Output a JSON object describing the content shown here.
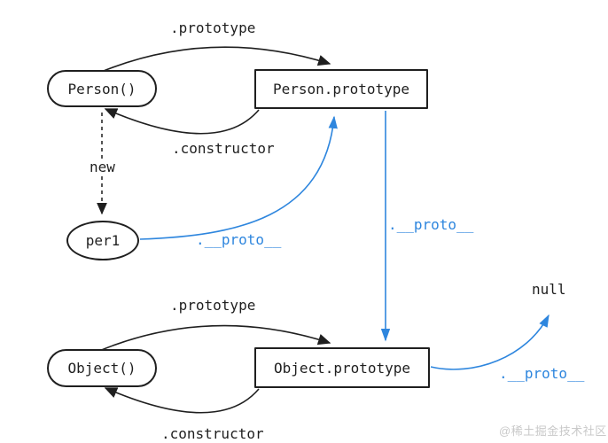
{
  "diagram": {
    "nodes": {
      "person": {
        "label": "Person()"
      },
      "person_prototype": {
        "label": "Person.prototype"
      },
      "per1": {
        "label": "per1"
      },
      "object": {
        "label": "Object()"
      },
      "object_prototype": {
        "label": "Object.prototype"
      },
      "null_node": {
        "label": "null"
      }
    },
    "edges": {
      "prototype_top": {
        "label": ".prototype"
      },
      "constructor_top": {
        "label": ".constructor"
      },
      "new_edge": {
        "label": "new"
      },
      "proto_per1": {
        "label": ".__proto__"
      },
      "proto_chain": {
        "label": ".__proto__"
      },
      "prototype_bottom": {
        "label": ".prototype"
      },
      "constructor_bottom": {
        "label": ".constructor"
      },
      "proto_null": {
        "label": ".__proto__"
      }
    },
    "colors": {
      "line": "#1f1f1f",
      "accent_blue": "#2e86de",
      "watermark": "#c9c9c9"
    },
    "watermark": "@稀土掘金技术社区"
  }
}
